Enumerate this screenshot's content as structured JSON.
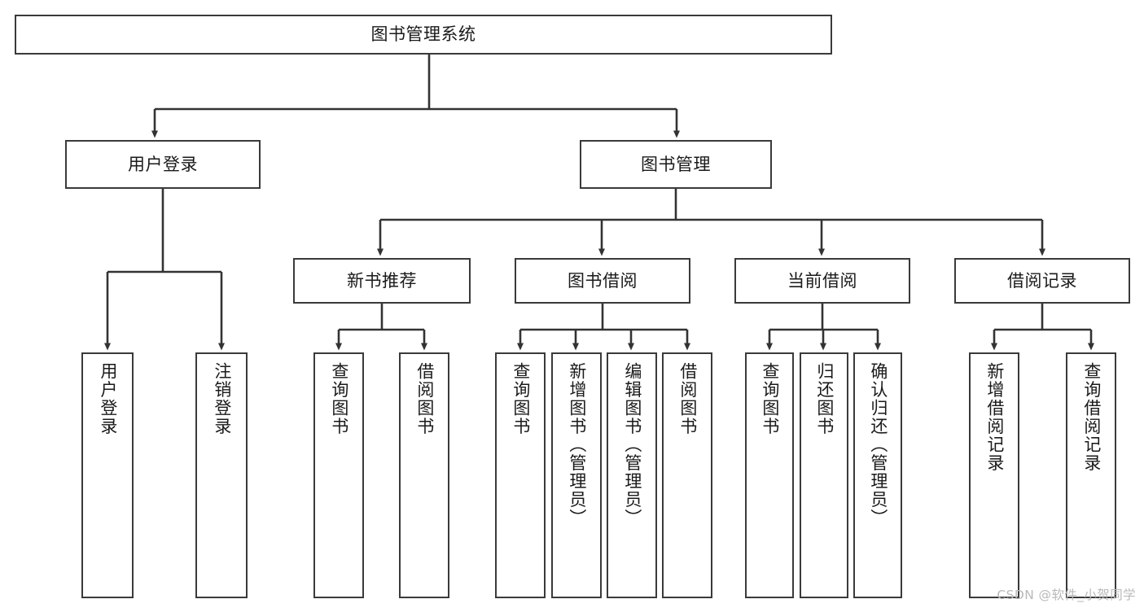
{
  "diagram": {
    "title": "图书管理系统",
    "type": "tree-structure-chart",
    "colors": {
      "background": "#ffffff",
      "box_stroke": "#3a3a3a",
      "box_fill": "#ffffff",
      "edge_stroke": "#333333",
      "text": "#1a1a1a",
      "watermark": "#b9b9b9"
    }
  },
  "root": {
    "label": "图书管理系统"
  },
  "level1": [
    {
      "label": "用户登录"
    },
    {
      "label": "图书管理"
    }
  ],
  "level2": [
    {
      "label": "新书推荐"
    },
    {
      "label": "图书借阅"
    },
    {
      "label": "当前借阅"
    },
    {
      "label": "借阅记录"
    }
  ],
  "leaves": {
    "user_login": [
      {
        "label": "用户登录"
      },
      {
        "label": "注销登录"
      }
    ],
    "new_book_recommend": [
      {
        "label": "查询图书"
      },
      {
        "label": "借阅图书"
      }
    ],
    "book_borrow": [
      {
        "label": "查询图书"
      },
      {
        "label": "新增图书（管理员）"
      },
      {
        "label": "编辑图书（管理员）"
      },
      {
        "label": "借阅图书"
      }
    ],
    "current_borrow": [
      {
        "label": "查询图书"
      },
      {
        "label": "归还图书"
      },
      {
        "label": "确认归还（管理员）"
      }
    ],
    "borrow_record": [
      {
        "label": "新增借阅记录"
      },
      {
        "label": "查询借阅记录"
      }
    ]
  },
  "watermark": {
    "text": "CSDN @软件_小贺同学"
  }
}
